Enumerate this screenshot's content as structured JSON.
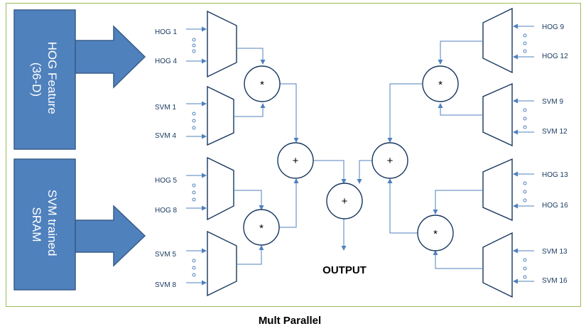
{
  "blocks": {
    "hog_feature": [
      "HOG Feature",
      "(36-D)"
    ],
    "svm_sram": [
      "SVM trained",
      "SRAM"
    ]
  },
  "mux_labels": {
    "m1": [
      "HOG 1",
      "HOG 4"
    ],
    "m2": [
      "SVM 1",
      "SVM 4"
    ],
    "m3": [
      "HOG 5",
      "HOG 8"
    ],
    "m4": [
      "SVM 5",
      "SVM 8"
    ],
    "m5": [
      "HOG 9",
      "HOG 12"
    ],
    "m6": [
      "SVM 9",
      "SVM 12"
    ],
    "m7": [
      "HOG 13",
      "HOG 16"
    ],
    "m8": [
      "SVM 13",
      "SVM 16"
    ]
  },
  "ops": {
    "multiply": "*",
    "add": "+"
  },
  "output_label": "OUTPUT",
  "title": "Mult Parallel",
  "colors": {
    "block_fill": "#4f81bd",
    "line": "#4f81bd",
    "outline": "#17375e",
    "frame": "#9bbb59"
  }
}
